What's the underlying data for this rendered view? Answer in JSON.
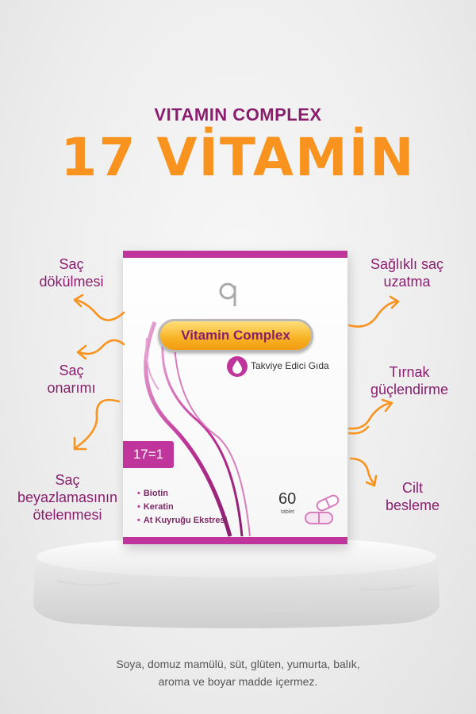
{
  "header": {
    "subtitle": "VITAMIN COMPLEX",
    "headline": "17 VİTAMİN"
  },
  "benefits_left": [
    {
      "line1": "Saç",
      "line2": "dökülmesi"
    },
    {
      "line1": "Saç",
      "line2": "onarımı"
    },
    {
      "line1": "Saç",
      "line2": "beyazlamasının",
      "line3": "ötelenmesi"
    }
  ],
  "benefits_right": [
    {
      "line1": "Sağlıklı saç",
      "line2": "uzatma"
    },
    {
      "line1": "Tırnak",
      "line2": "güçlendirme"
    },
    {
      "line1": "Cilt",
      "line2": "besleme"
    }
  ],
  "product": {
    "name": "Vitamin Complex",
    "category": "Takviye Edici Gıda",
    "ratio": "17=1",
    "ingredients": [
      "Biotin",
      "Keratin",
      "At Kuyruğu Ekstresi"
    ],
    "count": "60",
    "count_unit": "tablet",
    "brand_icon": "q-logo-icon",
    "drop_icon": "drop-icon",
    "tablet_icon": "capsule-icon"
  },
  "disclaimer": {
    "line1": "Soya, domuz mamülü, süt, glüten, yumurta, balık,",
    "line2": "aroma ve boyar madde içermez."
  },
  "colors": {
    "magenta": "#c0359b",
    "plum_text": "#8a1d6e",
    "orange": "#f7931e",
    "gold": "#f7b224"
  }
}
